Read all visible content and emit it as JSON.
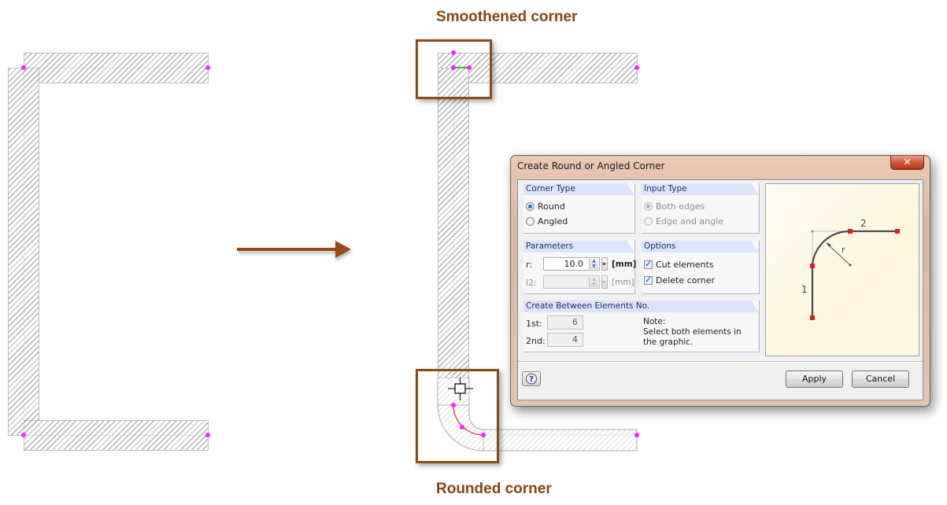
{
  "captions": {
    "top": "Smoothened corner",
    "bottom": "Rounded corner"
  },
  "colors": {
    "caption": "#8b4513",
    "highlight_border": "#8b4b16",
    "arrow": "#9b4a14",
    "node": "#ff1eff",
    "arc": "#e0201a",
    "dialog_frame": "#dcb8a4",
    "group_header": "#dbe4fa"
  },
  "icons": {
    "arrow": "right-arrow-icon",
    "close": "close-icon",
    "help": "help-icon",
    "cursor": "crosshair-cursor-icon"
  },
  "dialog": {
    "title": "Create Round or Angled Corner",
    "close_label": "✕",
    "corner_type": {
      "label": "Corner Type",
      "options": [
        {
          "label": "Round",
          "selected": true
        },
        {
          "label": "Angled",
          "selected": false
        }
      ]
    },
    "input_type": {
      "label": "Input Type",
      "options": [
        {
          "label": "Both edges",
          "selected": true,
          "disabled": true
        },
        {
          "label": "Edge and angle",
          "selected": false,
          "disabled": true
        }
      ]
    },
    "parameters": {
      "label": "Parameters",
      "r_label": "r:",
      "r_value": "10.0",
      "r_unit": "[mm]",
      "l2_label": "l2:",
      "l2_value": "",
      "l2_unit": "[mm]"
    },
    "options": {
      "label": "Options",
      "items": [
        {
          "label": "Cut elements",
          "checked": true
        },
        {
          "label": "Delete corner",
          "checked": true
        }
      ]
    },
    "between": {
      "label": "Create Between Elements No.",
      "first_label": "1st:",
      "first_value": "6",
      "second_label": "2nd:",
      "second_value": "4",
      "note_title": "Note:",
      "note_text": "Select both elements in the graphic."
    },
    "preview": {
      "label_1": "1",
      "label_2": "2",
      "label_r": "r"
    },
    "buttons": {
      "apply": "Apply",
      "cancel": "Cancel"
    }
  }
}
